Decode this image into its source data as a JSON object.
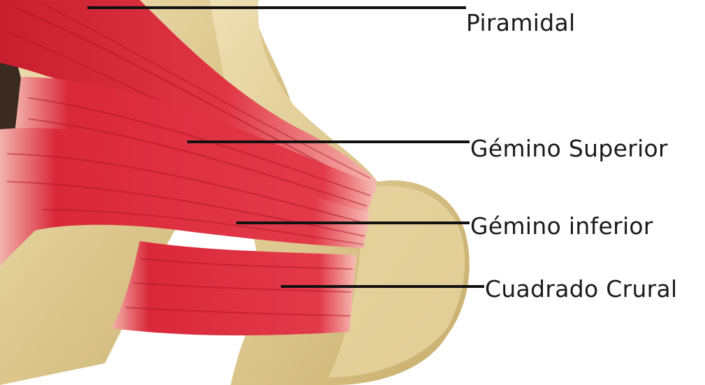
{
  "labels": [
    "Piramidal",
    "Gémino Superior",
    "Gémino inferior",
    "Cuadrado Crural"
  ]
}
